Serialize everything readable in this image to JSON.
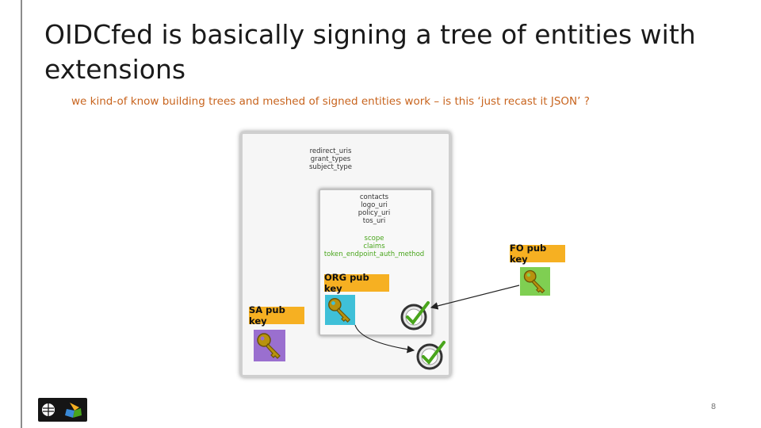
{
  "slide": {
    "title": "OIDCfed is basically signing a tree of entities with extensions",
    "subtitle": "we kind-of know building trees and meshed of signed entities work – is this ‘just recast it JSON’ ?",
    "page_number": "8"
  },
  "diagram": {
    "outer_claims": [
      "redirect_uris",
      "grant_types",
      "subject_type"
    ],
    "inner_claims": [
      "contacts",
      "logo_uri",
      "policy_uri",
      "tos_uri"
    ],
    "inner_scope_claims": [
      "scope",
      "claims",
      "token_endpoint_auth_method"
    ],
    "keys": {
      "org": "ORG pub key",
      "sa": "SA pub key",
      "fo": "FO pub key"
    },
    "colors": {
      "key_label": "#f6b022",
      "org_bg": "#3fc0d8",
      "sa_bg": "#9a6fcf",
      "fo_bg": "#7fcf52",
      "check": "#49a51c",
      "subtitle": "#c8641e"
    },
    "icons": [
      "key-icon",
      "checkmark-badge-icon",
      "arrow-icon"
    ]
  }
}
